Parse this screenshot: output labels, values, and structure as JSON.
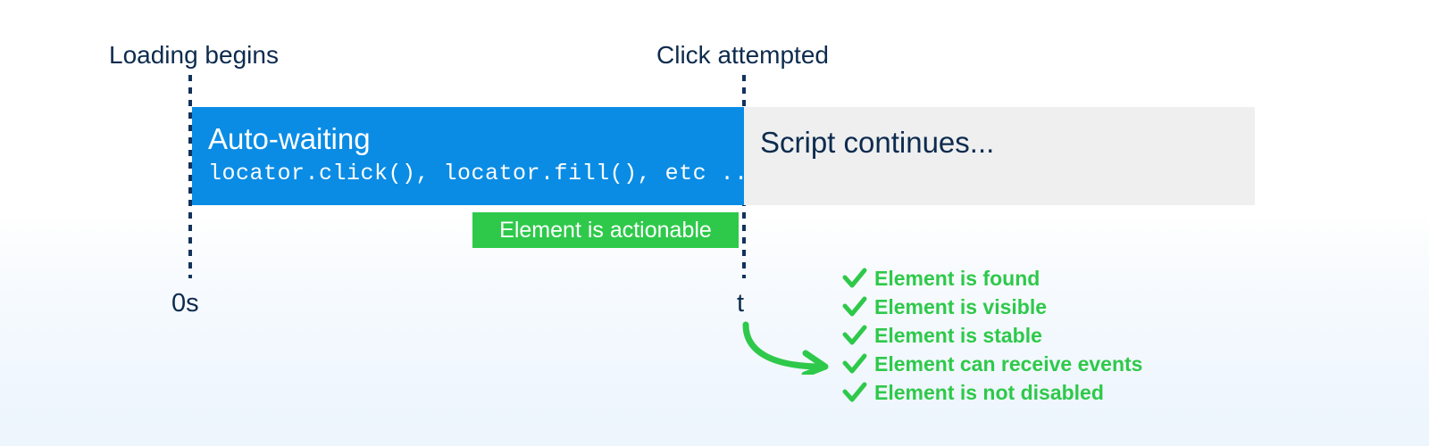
{
  "diagram": {
    "title_markers": {
      "start_label": "Loading begins",
      "end_label": "Click attempted"
    },
    "axis": {
      "start_tick": "0s",
      "end_tick": "t"
    },
    "bars": [
      {
        "id": "auto-waiting",
        "title": "Auto-waiting",
        "subtitle": "locator.click(), locator.fill(), etc ...",
        "color": "#0a8ce5",
        "text_color": "#ffffff"
      },
      {
        "id": "script-continues",
        "title": "Script continues...",
        "subtitle": "",
        "color": "#efeff0",
        "text_color": "#0d2b4e"
      }
    ],
    "badge": {
      "label": "Element is actionable",
      "color": "#2ec94a",
      "text_color": "#ffffff"
    },
    "checklist": {
      "icon": "check-icon",
      "color": "#2ec94a",
      "items": [
        {
          "label": "Element is found"
        },
        {
          "label": "Element is visible"
        },
        {
          "label": "Element is stable"
        },
        {
          "label": "Element can receive events"
        },
        {
          "label": "Element is not disabled"
        }
      ]
    },
    "arrow": {
      "name": "curved-arrow-icon",
      "color": "#2ec94a"
    },
    "colors": {
      "accent_blue": "#0a8ce5",
      "accent_green": "#2ec94a",
      "neutral_grey": "#efeff0",
      "text_navy": "#0d2b4e",
      "rule_navy": "#13325c",
      "background_top": "#ffffff",
      "background_bottom": "#edf5fd"
    }
  }
}
